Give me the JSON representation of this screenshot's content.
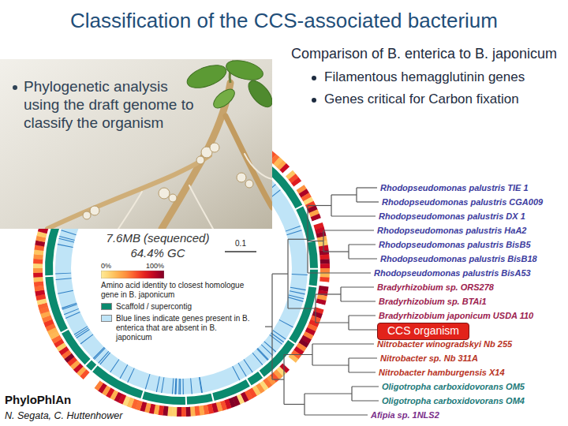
{
  "diagram": {
    "title": "Classification of the CCS-associated bacterium",
    "nodes": [
      {
        "text": [
          "Phylogenetic analysis using the draft genome to classify the organism"
        ]
      },
      {
        "text": [
          "CCS organism"
        ]
      }
    ],
    "labels": [
      "Comparison of B. enterica to B. japonicum",
      "Filamentous hemagglutinin genes",
      "Genes critical for Carbon fixation",
      "Rhodopseudomonas palustris TIE 1",
      "Rhodopseudomonas palustris CGA009",
      "Rhodopseudomonas palustris DX 1",
      "Rhodopseudomonas palustris HaA2",
      "Rhodopseudomonas palustris BisB5",
      "Rhodopseudomonas palustris BisB18",
      "Rhodopseudomonas palustris BisA53",
      "Bradyrhizobium sp. ORS278",
      "Bradyrhizobium sp. BTAi1",
      "Bradyrhizobium japonicum USDA 110",
      "Nitrobacter winogradskyi Nb 255",
      "Nitrobacter sp. Nb 311A",
      "Nitrobacter hamburgensis X14",
      "Oligotropha carboxidovorans OM5",
      "Oligotropha carboxidovorans OM4",
      "Afipia sp. 1NLS2",
      "7.6MB (sequenced)",
      "64.4% GC",
      "0.1",
      "0%",
      "100%",
      "PhyloPhlAn",
      "N. Segata, C. Huttenhower"
    ],
    "legend": [
      {
        "text": "Amino acid identity to closest homologue gene in B. japonicum"
      },
      {
        "text": "Scaffold / supercontig",
        "color": "#0b8a6e"
      },
      {
        "text": "Blue lines indicate genes present in B. enterica that are absent in B. japonicum",
        "color": "#bfe4f7"
      }
    ]
  }
}
